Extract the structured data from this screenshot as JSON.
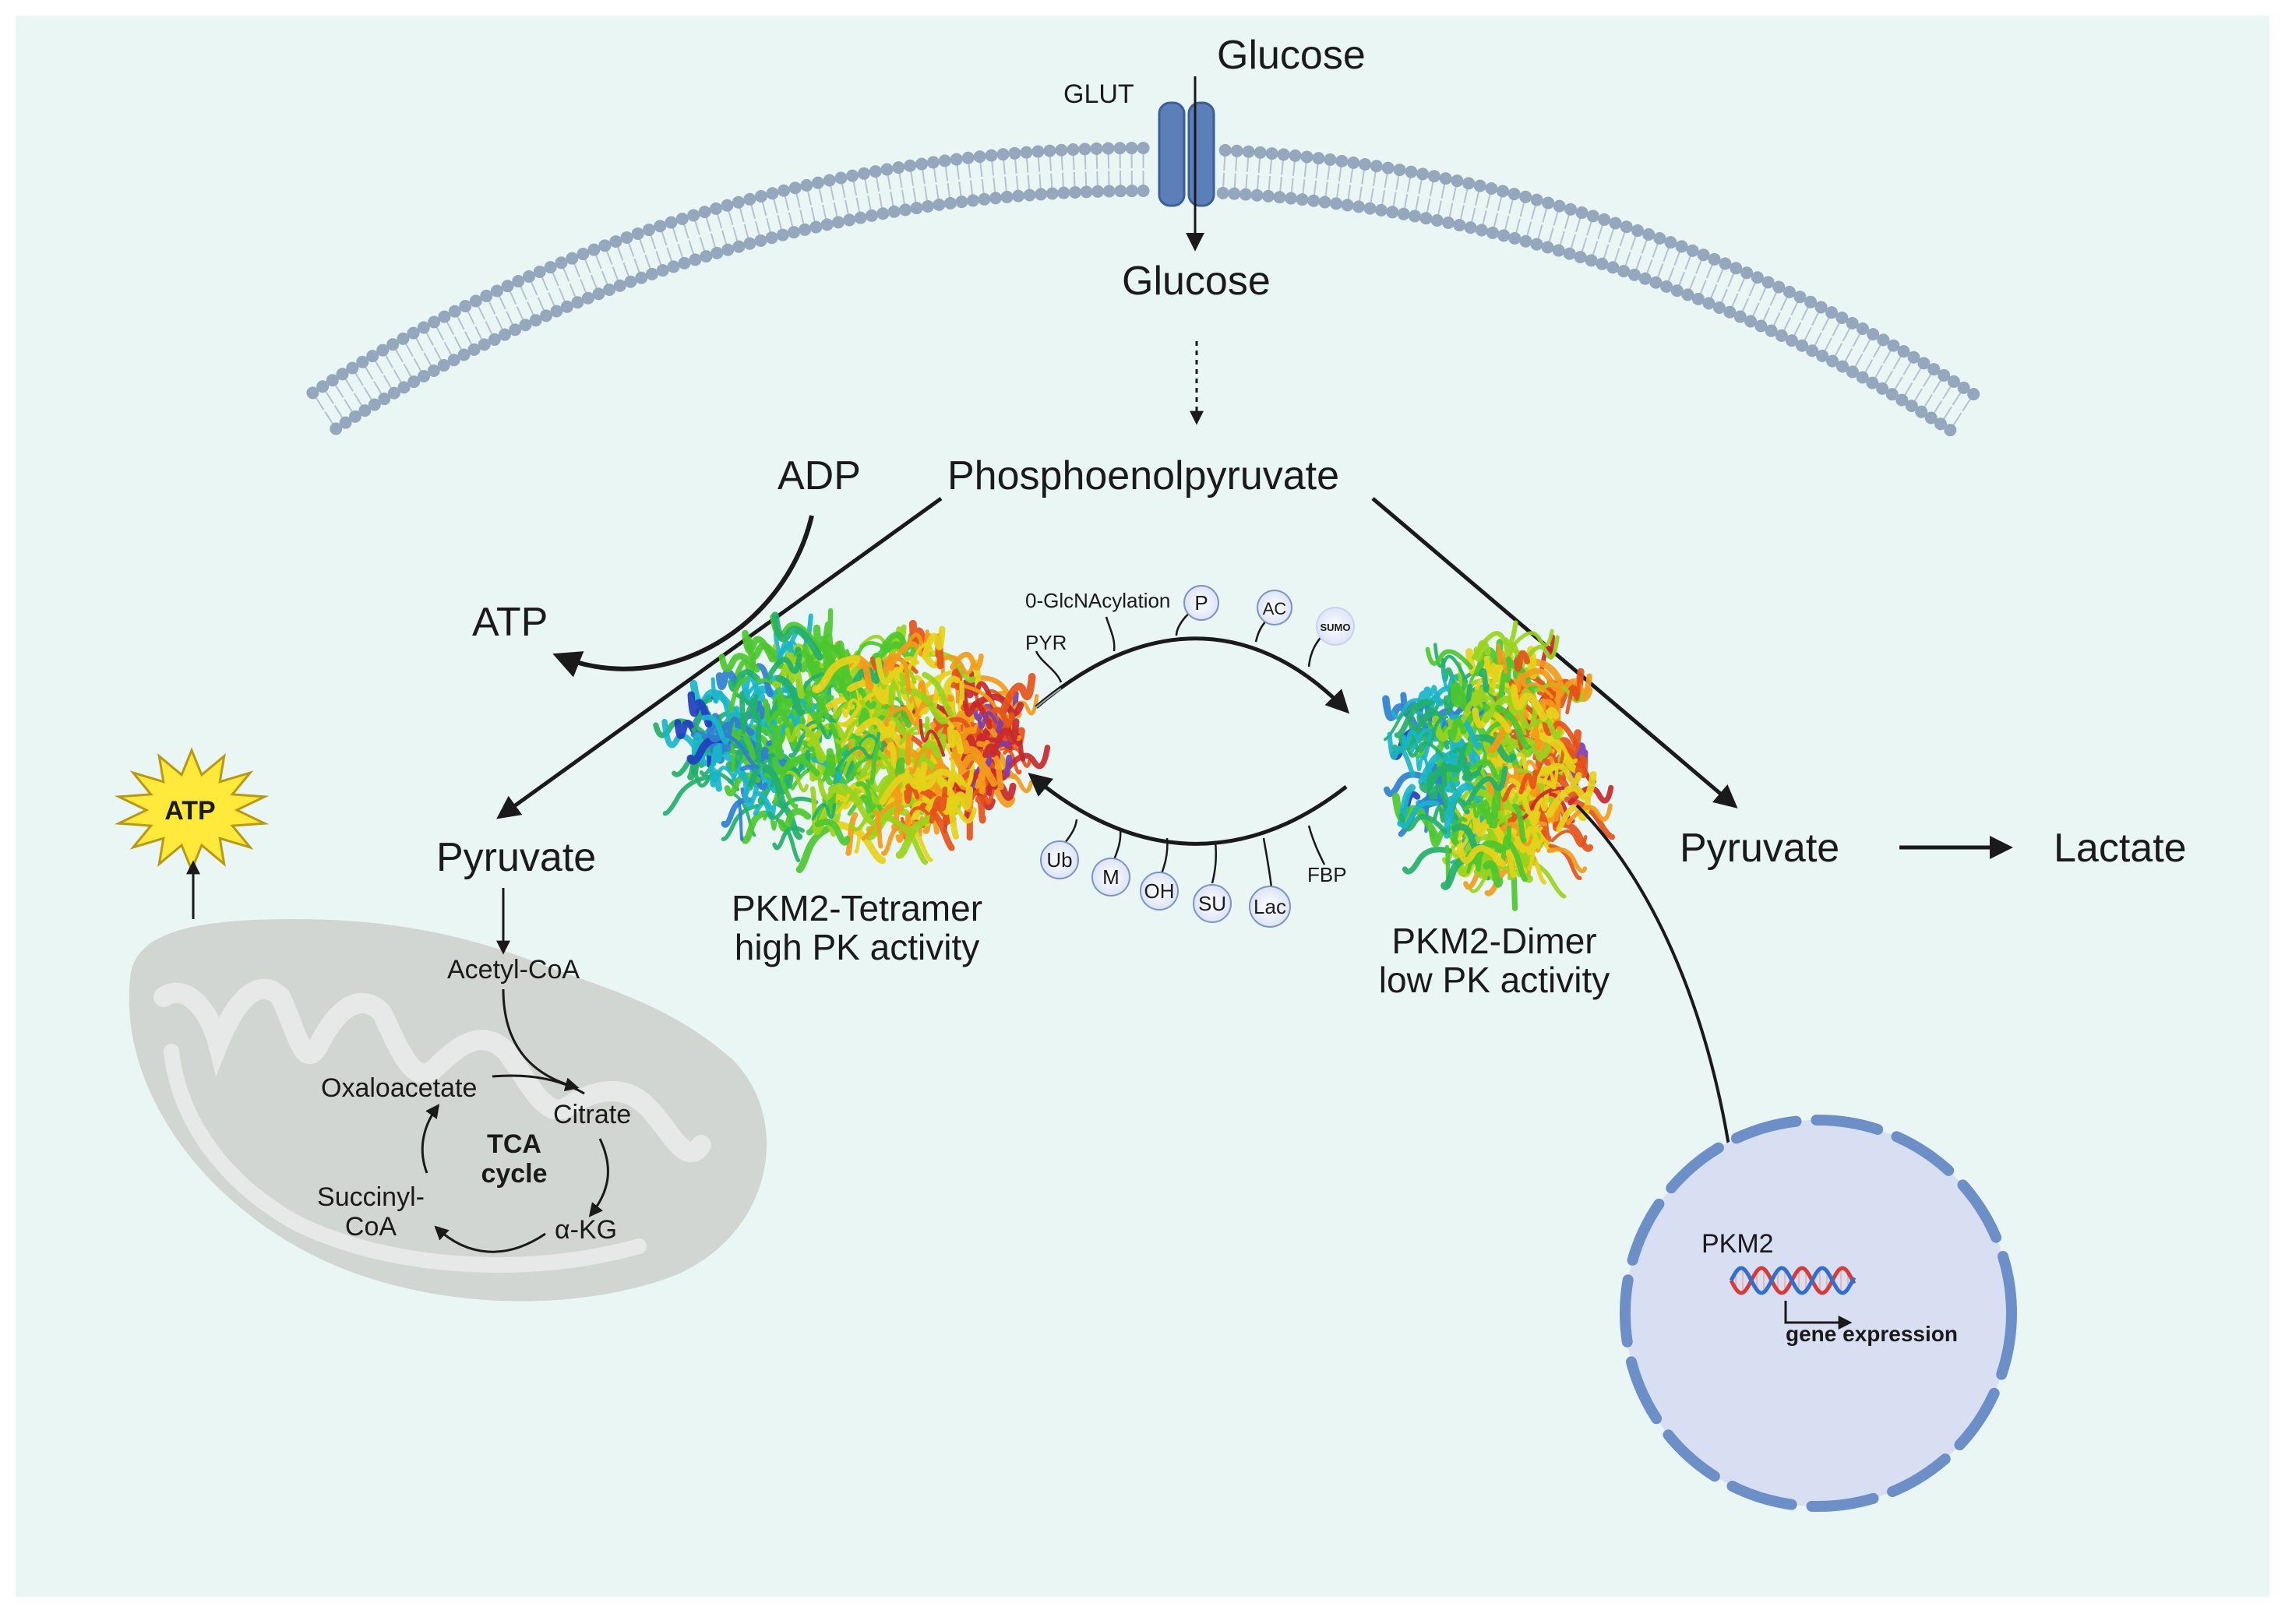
{
  "membrane": {
    "transporter_label": "GLUT",
    "glucose_outside": "Glucose",
    "glucose_inside": "Glucose"
  },
  "glycolysis": {
    "pep": "Phosphoenolpyruvate",
    "adp": "ADP",
    "atp": "ATP",
    "pyruvate_left": "Pyruvate",
    "pyruvate_right": "Pyruvate",
    "lactate": "Lactate"
  },
  "pkm2": {
    "tetramer_line1": "PKM2-Tetramer",
    "tetramer_line2": "high PK activity",
    "dimer_line1": "PKM2-Dimer",
    "dimer_line2": "low PK activity",
    "top_mods": {
      "glcnac": "0-GlcNAcylation",
      "pyr": "PYR",
      "p": "P",
      "ac": "AC",
      "sumo": "SUMO"
    },
    "bottom_mods": {
      "ub": "Ub",
      "m": "M",
      "oh": "OH",
      "su": "SU",
      "lac": "Lac",
      "fbp": "FBP"
    }
  },
  "mitochondrion": {
    "atp_burst": "ATP",
    "acetyl_coa": "Acetyl-CoA",
    "oxaloacetate": "Oxaloacetate",
    "citrate": "Citrate",
    "tca_line1": "TCA",
    "tca_line2": "cycle",
    "succinyl_line1": "Succinyl-",
    "succinyl_line2": "CoA",
    "akg": "α-KG"
  },
  "nucleus": {
    "pkm2": "PKM2",
    "gene_expression": "gene expression"
  },
  "colors": {
    "background": "#eaf6f3",
    "membrane_dot": "#95a7bd",
    "glut": "#5b7fb8",
    "nucleus_fill": "#d9dff2",
    "nucleus_edge": "#6b8fc6",
    "mito_fill": "#d2d6d3",
    "atp_burst": "#ffe93a"
  }
}
